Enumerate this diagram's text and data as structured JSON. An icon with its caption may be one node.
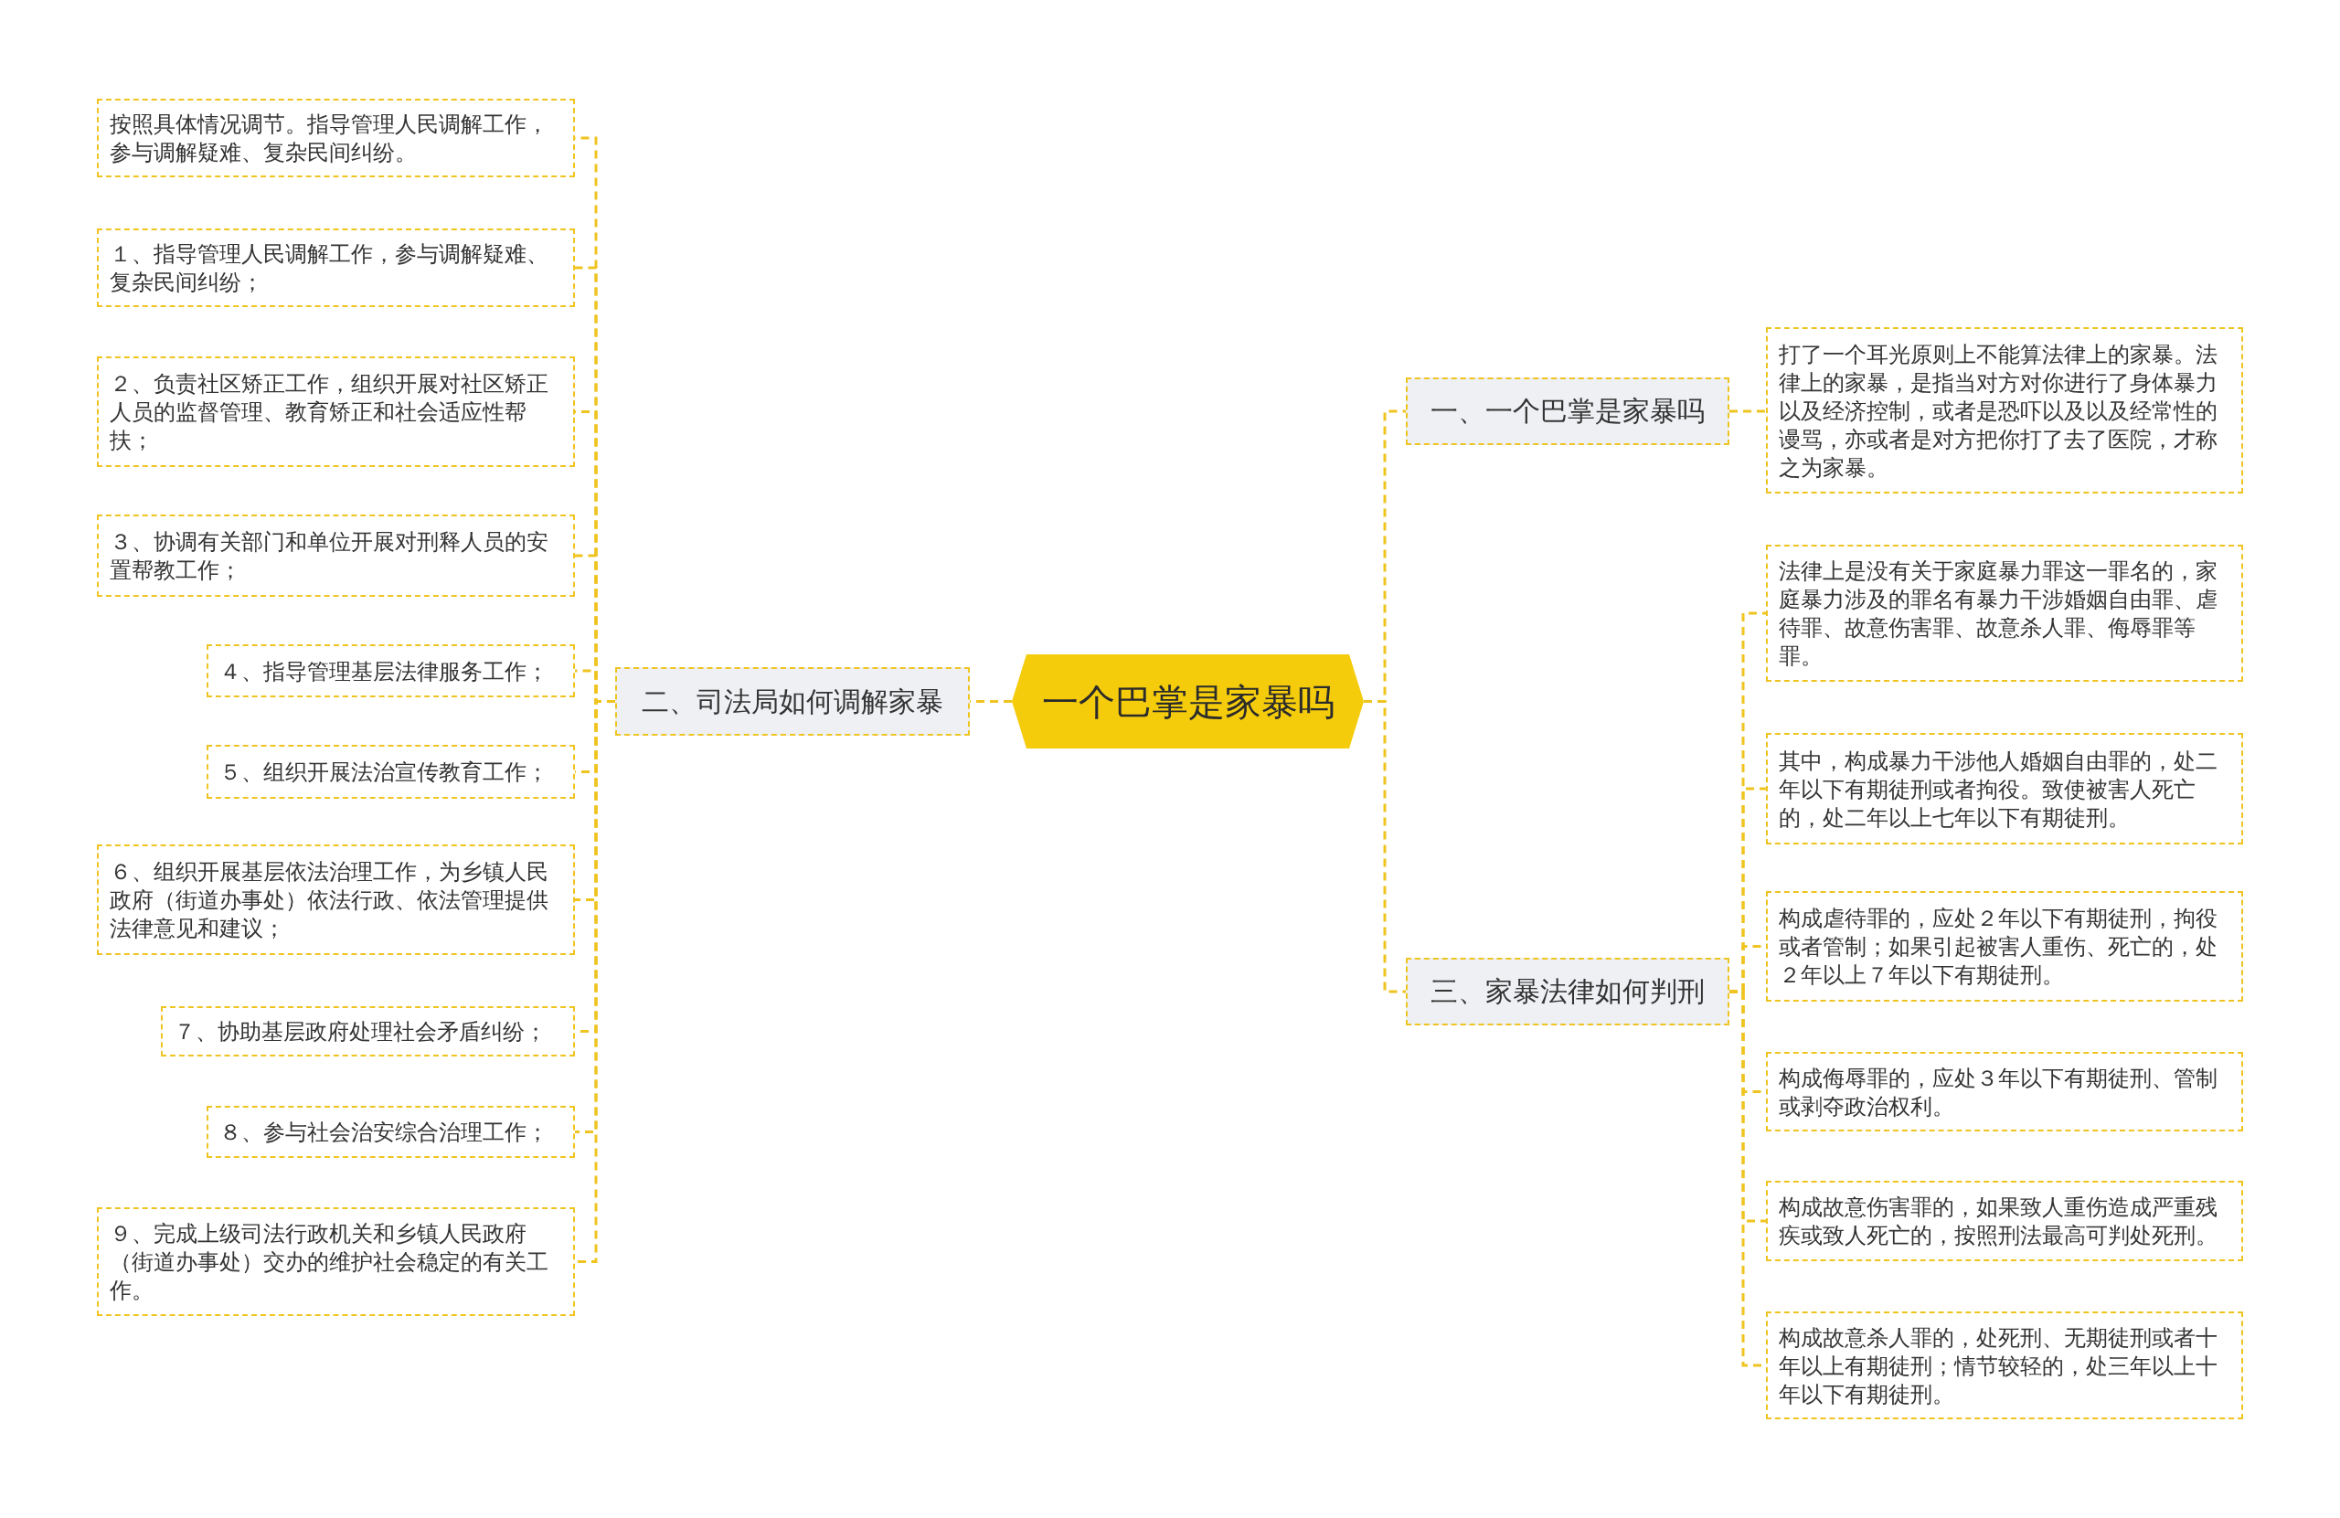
{
  "diagram": {
    "nodes": [
      {
        "text": [
          "一个巴掌是家暴吗"
        ]
      },
      {
        "text": [
          "二、司法局如何调解家暴"
        ]
      },
      {
        "text": [
          "按照具体情况调节。指导管理人民调解工作，参与调解疑难、复杂民间纠纷。"
        ]
      },
      {
        "text": [
          "１、指导管理人民调解工作，参与调解疑难、复杂民间纠纷；"
        ]
      },
      {
        "text": [
          "２、负责社区矫正工作，组织开展对社区矫正人员的监督管理、教育矫正和社会适应性帮扶；"
        ]
      },
      {
        "text": [
          "３、协调有关部门和单位开展对刑释人员的安置帮教工作；"
        ]
      },
      {
        "text": [
          "４、指导管理基层法律服务工作；"
        ]
      },
      {
        "text": [
          "５、组织开展法治宣传教育工作；"
        ]
      },
      {
        "text": [
          "６、组织开展基层依法治理工作，为乡镇人民政府（街道办事处）依法行政、依法管理提供法律意见和建议；"
        ]
      },
      {
        "text": [
          "７、协助基层政府处理社会矛盾纠纷；"
        ]
      },
      {
        "text": [
          "８、参与社会治安综合治理工作；"
        ]
      },
      {
        "text": [
          "９、完成上级司法行政机关和乡镇人民政府（街道办事处）交办的维护社会稳定的有关工作。"
        ]
      },
      {
        "text": [
          "一、一个巴掌是家暴吗"
        ]
      },
      {
        "text": [
          "打了一个耳光原则上不能算法律上的家暴。法律上的家暴，是指当对方对你进行了身体暴力以及经济控制，或者是恐吓以及以及经常性的谩骂，亦或者是对方把你打了去了医院，才称之为家暴。"
        ]
      },
      {
        "text": [
          "三、家暴法律如何判刑"
        ]
      },
      {
        "text": [
          "法律上是没有关于家庭暴力罪这一罪名的，家庭暴力涉及的罪名有暴力干涉婚姻自由罪、虐待罪、故意伤害罪、故意杀人罪、侮辱罪等罪。"
        ]
      },
      {
        "text": [
          "其中，构成暴力干涉他人婚姻自由罪的，处二年以下有期徒刑或者拘役。致使被害人死亡的，处二年以上七年以下有期徒刑。"
        ]
      },
      {
        "text": [
          "构成虐待罪的，应处２年以下有期徒刑，拘役或者管制；如果引起被害人重伤、死亡的，处２年以上７年以下有期徒刑。"
        ]
      },
      {
        "text": [
          "构成侮辱罪的，应处３年以下有期徒刑、管制或剥夺政治权利。"
        ]
      },
      {
        "text": [
          "构成故意伤害罪的，如果致人重伤造成严重残疾或致人死亡的，按照刑法最高可判处死刑。"
        ]
      },
      {
        "text": [
          "构成故意杀人罪的，处死刑、无期徒刑或者十年以上有期徒刑；情节较轻的，处三年以上十年以下有期徒刑。"
        ]
      }
    ],
    "edges": [
      {
        "from": 0,
        "to": 1,
        "arrow": "none"
      },
      {
        "from": 1,
        "to": 2,
        "arrow": "none"
      },
      {
        "from": 1,
        "to": 3,
        "arrow": "none"
      },
      {
        "from": 1,
        "to": 4,
        "arrow": "none"
      },
      {
        "from": 1,
        "to": 5,
        "arrow": "none"
      },
      {
        "from": 1,
        "to": 6,
        "arrow": "none"
      },
      {
        "from": 1,
        "to": 7,
        "arrow": "none"
      },
      {
        "from": 1,
        "to": 8,
        "arrow": "none"
      },
      {
        "from": 1,
        "to": 9,
        "arrow": "none"
      },
      {
        "from": 1,
        "to": 10,
        "arrow": "none"
      },
      {
        "from": 1,
        "to": 11,
        "arrow": "none"
      },
      {
        "from": 0,
        "to": 12,
        "arrow": "none"
      },
      {
        "from": 12,
        "to": 13,
        "arrow": "none"
      },
      {
        "from": 0,
        "to": 14,
        "arrow": "none"
      },
      {
        "from": 14,
        "to": 15,
        "arrow": "none"
      },
      {
        "from": 14,
        "to": 16,
        "arrow": "none"
      },
      {
        "from": 14,
        "to": 17,
        "arrow": "none"
      },
      {
        "from": 14,
        "to": 18,
        "arrow": "none"
      },
      {
        "from": 14,
        "to": 19,
        "arrow": "none"
      },
      {
        "from": 14,
        "to": 20,
        "arrow": "none"
      }
    ]
  }
}
